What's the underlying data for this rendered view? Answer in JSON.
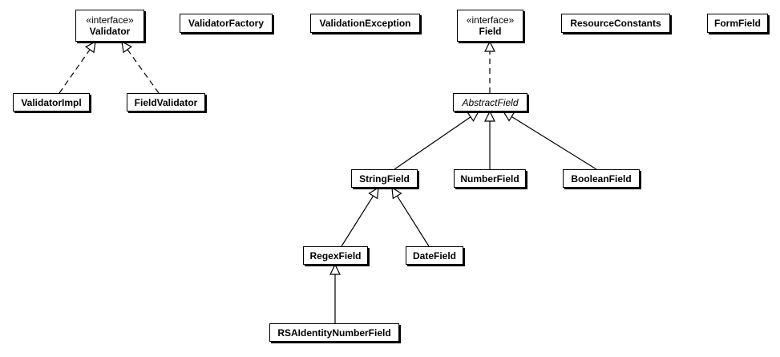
{
  "classes": {
    "validator": {
      "stereotype": "«interface»",
      "name": "Validator"
    },
    "validator_factory": {
      "name": "ValidatorFactory"
    },
    "validation_exception": {
      "name": "ValidationException"
    },
    "field": {
      "stereotype": "«interface»",
      "name": "Field"
    },
    "resource_constants": {
      "name": "ResourceConstants"
    },
    "form_field": {
      "name": "FormField"
    },
    "validator_impl": {
      "name": "ValidatorImpl"
    },
    "field_validator": {
      "name": "FieldValidator"
    },
    "abstract_field": {
      "name": "AbstractField"
    },
    "string_field": {
      "name": "StringField"
    },
    "number_field": {
      "name": "NumberField"
    },
    "boolean_field": {
      "name": "BooleanField"
    },
    "regex_field": {
      "name": "RegexField"
    },
    "date_field": {
      "name": "DateField"
    },
    "rsa_identity_number_field": {
      "name": "RSAIdentityNumberField"
    }
  },
  "relations": [
    {
      "from": "validator_impl",
      "to": "validator",
      "kind": "realization"
    },
    {
      "from": "field_validator",
      "to": "validator",
      "kind": "realization"
    },
    {
      "from": "abstract_field",
      "to": "field",
      "kind": "realization"
    },
    {
      "from": "string_field",
      "to": "abstract_field",
      "kind": "generalization"
    },
    {
      "from": "number_field",
      "to": "abstract_field",
      "kind": "generalization"
    },
    {
      "from": "boolean_field",
      "to": "abstract_field",
      "kind": "generalization"
    },
    {
      "from": "regex_field",
      "to": "string_field",
      "kind": "generalization"
    },
    {
      "from": "date_field",
      "to": "string_field",
      "kind": "generalization"
    },
    {
      "from": "rsa_identity_number_field",
      "to": "regex_field",
      "kind": "generalization"
    }
  ],
  "colors": {
    "line": "#000000",
    "fill": "#ffffff"
  }
}
